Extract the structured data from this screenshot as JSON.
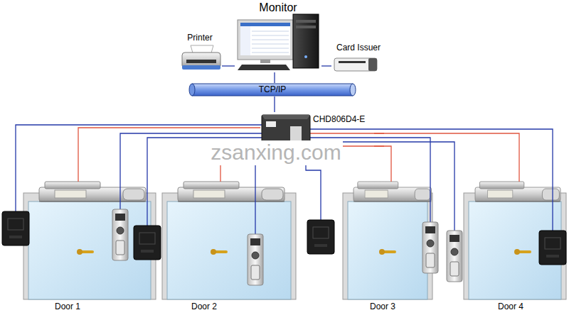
{
  "diagram": {
    "nodes": [
      {
        "text": [
          "Monitor"
        ]
      },
      {
        "text": [
          "Printer"
        ]
      },
      {
        "text": [
          "Card Issuer"
        ]
      },
      {
        "text": [
          "TCP/IP"
        ]
      },
      {
        "text": [
          "CHD806D4-E"
        ]
      },
      {
        "text": [
          "Door 1"
        ]
      },
      {
        "text": [
          "Door 2"
        ]
      },
      {
        "text": [
          "Door 3"
        ]
      },
      {
        "text": [
          "Door 4"
        ]
      }
    ],
    "edges": [
      {
        "from": 1,
        "to": 0,
        "arrow": "none"
      },
      {
        "from": 0,
        "to": 2,
        "arrow": "none"
      },
      {
        "from": 0,
        "to": 3,
        "arrow": "none"
      },
      {
        "from": 3,
        "to": 4,
        "arrow": "none"
      },
      {
        "from": 4,
        "to": 5,
        "arrow": "none"
      },
      {
        "from": 4,
        "to": 6,
        "arrow": "none"
      },
      {
        "from": 4,
        "to": 7,
        "arrow": "none"
      },
      {
        "from": 4,
        "to": 8,
        "arrow": "none"
      }
    ],
    "labels": [
      "zsanxing.com"
    ]
  }
}
